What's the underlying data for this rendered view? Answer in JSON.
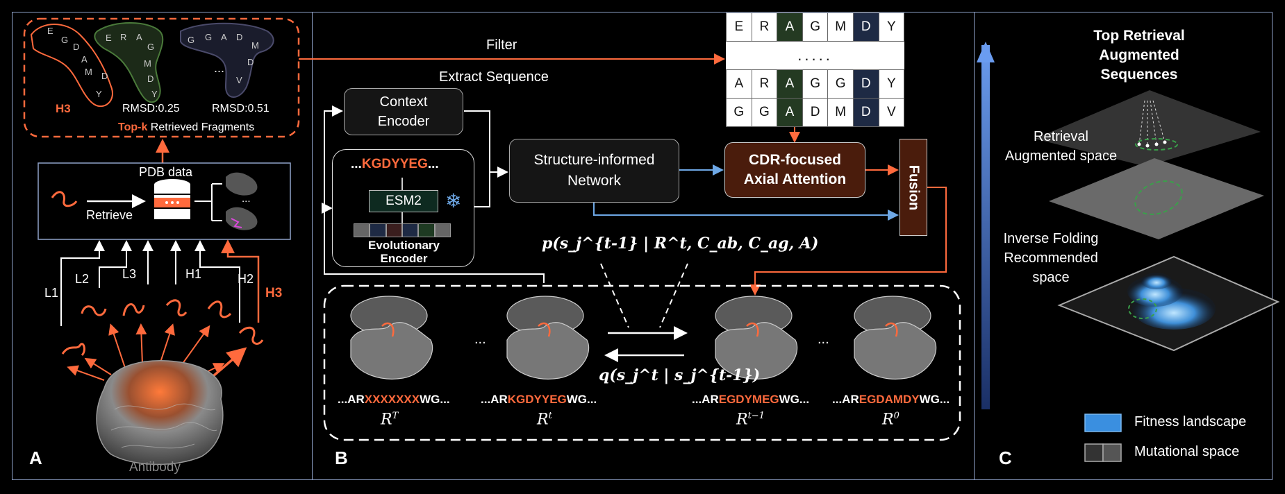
{
  "panels": {
    "a": "A",
    "b": "B",
    "c": "C"
  },
  "panel_a": {
    "h3_label": "H3",
    "rmsd1": "RMSD:0.25",
    "rmsd2": "RMSD:0.51",
    "ellipsis": "...",
    "topk_bold": "Top-k",
    "topk_rest": " Retrieved Fragments",
    "pdb_data": "PDB data",
    "retrieve": "Retrieve",
    "pdb_ellipsis": "...",
    "cdrs": [
      "L1",
      "L2",
      "L3",
      "H1",
      "H2",
      "H3"
    ],
    "antibody": "Antibody",
    "fragment1_letters": [
      "E",
      "G",
      "D",
      "A",
      "M",
      "D",
      "Y"
    ],
    "fragment2_letters": [
      "E",
      "R",
      "A",
      "G",
      "M",
      "D",
      "Y"
    ],
    "fragment3_letters": [
      "G",
      "G",
      "A",
      "D",
      "M",
      "D",
      "V"
    ]
  },
  "panel_b": {
    "filter": "Filter",
    "extract": "Extract Sequence",
    "context_encoder": [
      "Context",
      "Encoder"
    ],
    "seq_prefix": "...",
    "seq_red": "KGDYYEG",
    "seq_suffix": "...",
    "esm": "ESM2",
    "evo_encoder": [
      "Evolutionary",
      "Encoder"
    ],
    "sin": [
      "Structure-informed",
      "Network"
    ],
    "cdr_attention": [
      "CDR-focused",
      "Axial Attention"
    ],
    "fusion": "Fusion",
    "msa_rows": [
      [
        "E",
        "R",
        "A",
        "G",
        "M",
        "D",
        "Y"
      ],
      [
        "A",
        "R",
        "A",
        "G",
        "G",
        "D",
        "Y"
      ],
      [
        "G",
        "G",
        "A",
        "D",
        "M",
        "D",
        "V"
      ]
    ],
    "msa_dots": ".....",
    "p_formula": "p(s_j^{t-1} | R^t, C_ab, C_ag, A)",
    "q_formula": "q(s_j^t | s_j^{t-1})",
    "sequences": [
      {
        "pre": "...AR",
        "red": "XXXXXXX",
        "post": "WG...",
        "label": "R",
        "sup": "T"
      },
      {
        "pre": "...AR",
        "red": "KGDYYEG",
        "post": "WG...",
        "label": "R",
        "sup": "t"
      },
      {
        "pre": "...AR",
        "red": "EGDYMEG",
        "post": "WG...",
        "label": "R",
        "sup": "t−1"
      },
      {
        "pre": "...AR",
        "red": "EGDAMDY",
        "post": "WG...",
        "label": "R",
        "sup": "0"
      }
    ],
    "struct_ellipsis": "..."
  },
  "panel_c": {
    "title": [
      "Top Retrieval",
      "Augmented",
      "Sequences"
    ],
    "retrieval_space": [
      "Retrieval",
      "Augmented space"
    ],
    "inverse_space": [
      "Inverse Folding",
      "Recommended",
      "space"
    ],
    "legend": [
      {
        "label": "Fitness landscape",
        "color": "#3a8fe0"
      },
      {
        "label": "Mutational space",
        "color": "#3a3a3a"
      }
    ]
  },
  "colors": {
    "accent": "#ff6a3d",
    "panel_border": "#8fa2c9",
    "dark_red_box": "#4a1c0c",
    "fusion": "#4a1c0c",
    "blue_arrow": "#6ea8e6"
  }
}
